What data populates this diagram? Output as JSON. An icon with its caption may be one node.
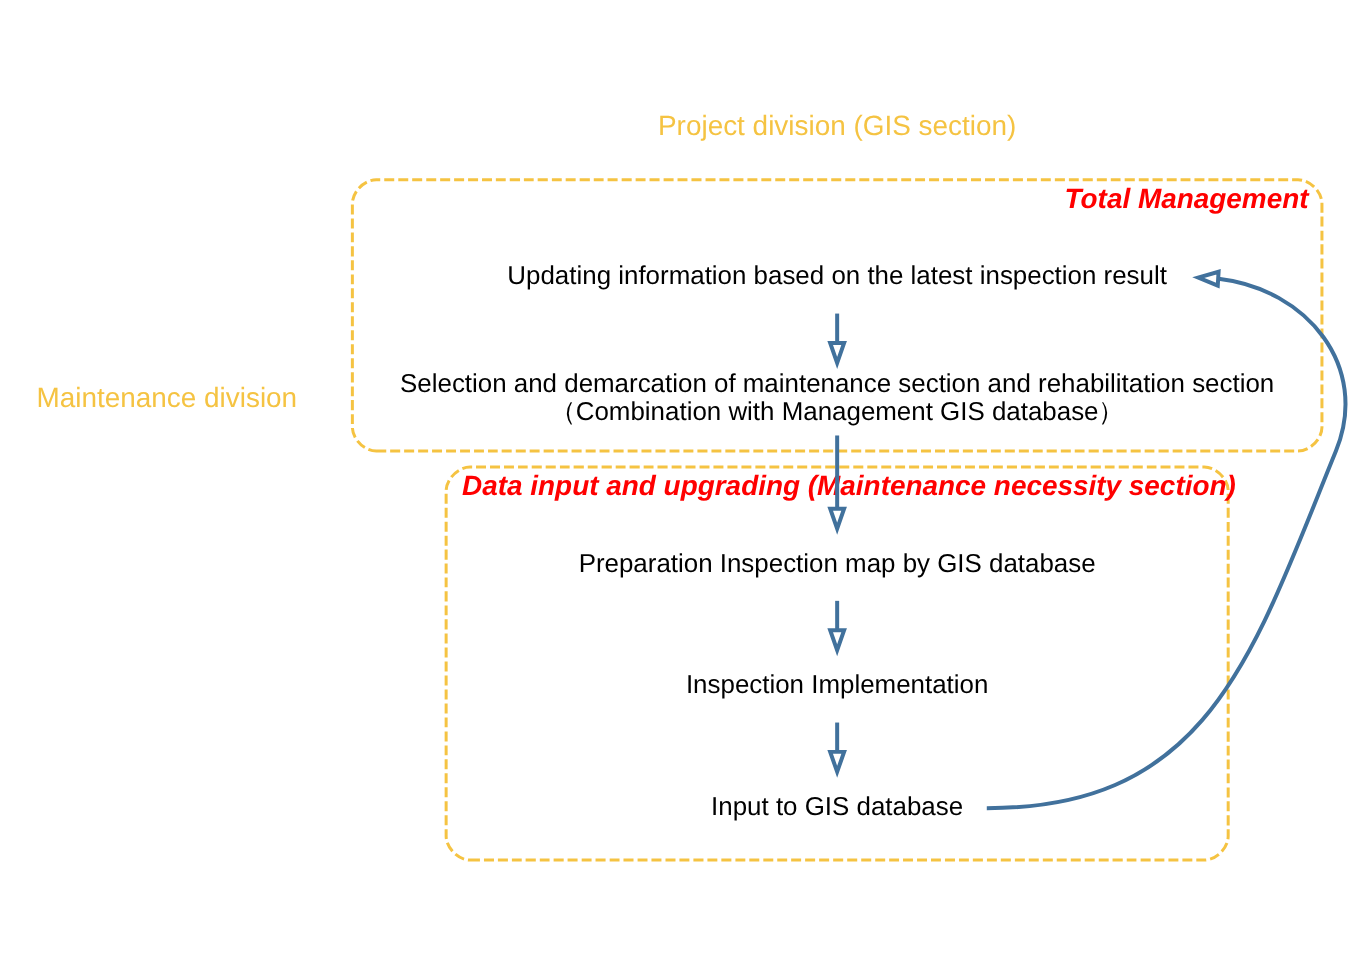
{
  "diagram": {
    "nodes": [
      {
        "text": [
          "Total Management"
        ]
      },
      {
        "text": [
          "Updating information based on the latest inspection result"
        ],
        "in": 0
      },
      {
        "text": [
          "Selection and demarcation of maintenance section and rehabilitation section",
          "（Combination with Management GIS database）"
        ],
        "in": 0
      },
      {
        "text": [
          "Data input and upgrading (Maintenance necessity section)"
        ]
      },
      {
        "text": [
          "Preparation Inspection map by GIS database"
        ],
        "in": 3
      },
      {
        "text": [
          "Inspection Implementation"
        ],
        "in": 3
      },
      {
        "text": [
          "Input to GIS database"
        ],
        "in": 3
      }
    ],
    "edges": [
      {
        "from": 1,
        "to": 2,
        "arrow": "to"
      },
      {
        "from": 2,
        "to": 4,
        "arrow": "to"
      },
      {
        "from": 4,
        "to": 5,
        "arrow": "to"
      },
      {
        "from": 5,
        "to": 6,
        "arrow": "to"
      },
      {
        "from": 6,
        "to": 1,
        "arrow": "to"
      }
    ],
    "labels": [
      "Project division (GIS section)",
      "Maintenance division"
    ]
  }
}
